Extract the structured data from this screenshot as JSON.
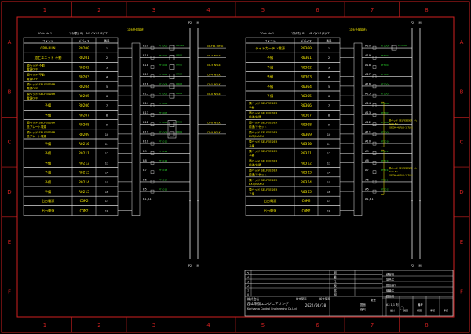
{
  "border": {
    "columns": [
      "1",
      "2",
      "3",
      "4",
      "5",
      "6",
      "7",
      "8"
    ],
    "rows": [
      "A",
      "B",
      "C",
      "D",
      "E",
      "F"
    ]
  },
  "panels": [
    {
      "title_left": "20ch No.1",
      "title_mid": "ｺﾈｸﾀ表(LB)",
      "title_right": "NE-QY-81(8)CT",
      "header_top": "ｺﾈｸﾀ(外部接続)",
      "col_comment": "コメント",
      "col_device": "デバイス",
      "col_no": "番号",
      "bus_left": "P2",
      "bus_right": "M",
      "bus_bottom_left": "P2",
      "bus_bottom_right": "M",
      "rows": [
        {
          "comment": "CPU-RUN",
          "device": "R0200",
          "pin": "1",
          "term": "B20",
          "mid": "PT1000"
        },
        {
          "comment": "加工ユニット 不動",
          "device": "R0201",
          "pin": "2",
          "term": "B19",
          "mid": "PT1001"
        },
        {
          "comment": "頭ヘッド 不動\n電源OFF",
          "device": "R0202",
          "pin": "3",
          "term": "B18",
          "mid": "PT1002"
        },
        {
          "comment": "頭ヘッド 不動\n電源OFF",
          "device": "R0203",
          "pin": "4",
          "term": "B17",
          "mid": "PT1003"
        },
        {
          "comment": "頭ヘッド SELFEEDER\n電源OFF",
          "device": "R0204",
          "pin": "5",
          "term": "B16",
          "mid": "PT1004"
        },
        {
          "comment": "頭ヘッド SELFEEDER\n電源OFF",
          "device": "R0205",
          "pin": "6",
          "term": "B15",
          "mid": "PT1005"
        },
        {
          "comment": "予備",
          "device": "R0206",
          "pin": "7",
          "term": "B14",
          "mid": "PT1006"
        },
        {
          "comment": "予備",
          "device": "R0207",
          "pin": "8",
          "term": "B13",
          "mid": "PT1007"
        },
        {
          "comment": "頭ヘッド SELFEEDER\n低プレート電源",
          "device": "R0208",
          "pin": "9",
          "term": "B12",
          "mid": "PT1008"
        },
        {
          "comment": "頭ヘッド SELFEEDER\n低プレート電源",
          "device": "R0209",
          "pin": "10",
          "term": "B11",
          "mid": "PT1009"
        },
        {
          "comment": "予備",
          "device": "R0210",
          "pin": "11",
          "term": "B10",
          "mid": "PT1010"
        },
        {
          "comment": "予備",
          "device": "R0211",
          "pin": "12",
          "term": "B9",
          "mid": "PT1011"
        },
        {
          "comment": "予備",
          "device": "R0212",
          "pin": "13",
          "term": "B8",
          "mid": "PT1012"
        },
        {
          "comment": "予備",
          "device": "R0213",
          "pin": "14",
          "term": "B7",
          "mid": "PT1013"
        },
        {
          "comment": "予備",
          "device": "R0214",
          "pin": "15",
          "term": "B6",
          "mid": "PT1014"
        },
        {
          "comment": "予備",
          "device": "R0215",
          "pin": "16",
          "term": "B5",
          "mid": "PT1015"
        },
        {
          "comment": "出力電源",
          "device": "COM2",
          "pin": "17",
          "term": "B1,A1",
          "mid": ""
        },
        {
          "comment": "出力電源",
          "device": "COM2",
          "pin": "18",
          "term": "",
          "mid": ""
        }
      ],
      "relay_labels": [
        "CR-TR1",
        "CR00",
        "CR01",
        "CR02",
        "CR03",
        "CR04",
        "",
        "",
        "CR08",
        "CR09"
      ],
      "right_notes": [
        "CR-TR1 INTLK",
        "CR-2 INTLK",
        "CR-3 INTLK",
        "CR-4 INTLK",
        "CR-5 INTLK",
        "CR-6 INTLK",
        "",
        "",
        "CR-8 INTLK",
        "CR-9 INTLK",
        "",
        ""
      ]
    },
    {
      "title_left": "20ch No.1",
      "title_mid": "ｺﾈｸﾀ表(LB)",
      "title_right": "NE-QY-81(8)CT",
      "header_top": "ｺﾈｸﾀ(外部接続)",
      "col_comment": "コメント",
      "col_device": "デバイス",
      "col_no": "番号",
      "bus_left": "P2",
      "bus_right": "M",
      "bus_bottom_left": "P2",
      "bus_bottom_right": "M",
      "rows": [
        {
          "comment": "ライトカーテン電源",
          "device": "R0300",
          "pin": "1",
          "term": "A20",
          "mid": "PT3000"
        },
        {
          "comment": "予備",
          "device": "R0301",
          "pin": "2",
          "term": "A19",
          "mid": "PT3001"
        },
        {
          "comment": "予備",
          "device": "R0302",
          "pin": "3",
          "term": "A18",
          "mid": "PT3002"
        },
        {
          "comment": "予備",
          "device": "R0303",
          "pin": "4",
          "term": "A17",
          "mid": "PT3003"
        },
        {
          "comment": "予備",
          "device": "R0304",
          "pin": "5",
          "term": "A16",
          "mid": "PT3004"
        },
        {
          "comment": "予備",
          "device": "R0305",
          "pin": "6",
          "term": "A15",
          "mid": "PT3005"
        },
        {
          "comment": "頭ヘッド SELFEEDER\n予熱",
          "device": "R0306",
          "pin": "7",
          "term": "A14",
          "mid": "PT3006"
        },
        {
          "comment": "頭ヘッド SELFEEDER\n前進/後退",
          "device": "R0307",
          "pin": "8",
          "term": "A13",
          "mid": "PT3007"
        },
        {
          "comment": "頭ヘッド SELFEEDER\n前進/リセット",
          "device": "R0308",
          "pin": "9",
          "term": "A12",
          "mid": "PT3008"
        },
        {
          "comment": "頭ヘッド SELFEEDER\nEXT/MANU",
          "device": "R0309",
          "pin": "10",
          "term": "A11",
          "mid": "PT3009"
        },
        {
          "comment": "頭ヘッド SELFEEDER\n予備",
          "device": "R0310",
          "pin": "11",
          "term": "A10",
          "mid": "PT3010"
        },
        {
          "comment": "頭ヘッド SELFEEDER\n予熱",
          "device": "R0311",
          "pin": "12",
          "term": "A9",
          "mid": "PT3011"
        },
        {
          "comment": "頭ヘッド SELFEEDER\n前進/後退",
          "device": "R0312",
          "pin": "13",
          "term": "A8",
          "mid": "PT3012"
        },
        {
          "comment": "頭ヘッド SELFEEDER\n前進/リセット",
          "device": "R0313",
          "pin": "14",
          "term": "A7",
          "mid": "PT3013"
        },
        {
          "comment": "頭ヘッド SELFEEDER\nEXT/MANU",
          "device": "R0314",
          "pin": "15",
          "term": "A6",
          "mid": "PT3014"
        },
        {
          "comment": "頭ヘッド SELFEEDER\n予備",
          "device": "R0315",
          "pin": "16",
          "term": "A5",
          "mid": "PT3015"
        },
        {
          "comment": "出力電源",
          "device": "COM2",
          "pin": "17",
          "term": "A1,B1",
          "mid": ""
        },
        {
          "comment": "出力電源",
          "device": "COM2",
          "pin": "18",
          "term": "",
          "mid": ""
        }
      ],
      "relay_labels": [
        "LC3000"
      ],
      "group_notes": [
        {
          "lines": [
            "頭ヘッド SELFEEDER　へ",
            "Ress No.",
            "[SEOM-4(7)/5-1(7)8]"
          ]
        },
        {
          "lines": [
            "頭ヘッド SELFEEDER　へ",
            "Ress No.",
            "[SEOM-4(7)/5-1(7)8]"
          ]
        }
      ]
    }
  ],
  "title_block": {
    "rev_rows": [
      "5",
      "4",
      "3",
      "2",
      "1",
      "0"
    ],
    "cells_right": [
      "図",
      "番",
      "仕",
      "表",
      "数",
      "図"
    ],
    "field_a": "顧客名",
    "field_b": "製品名",
    "field_c": "図面番号",
    "field_d": "機番名",
    "field_e": "図面名",
    "labels_bottom": [
      "設計",
      "製図",
      "検図",
      "承認",
      "承認"
    ],
    "company_jp": "株式会社",
    "company_name": "郡山制御エンジニアリング",
    "company_en": "Koriyama Control Engineering Co.Ltd",
    "date_label1": "設定図面",
    "date_label2": "設定図面",
    "date": "2022/06/30",
    "sheet_label": "図面",
    "scale_label": "縮尺",
    "sheet_size": "A3 1/1 判",
    "rev_mark": "変更",
    "note_small": "備考"
  }
}
